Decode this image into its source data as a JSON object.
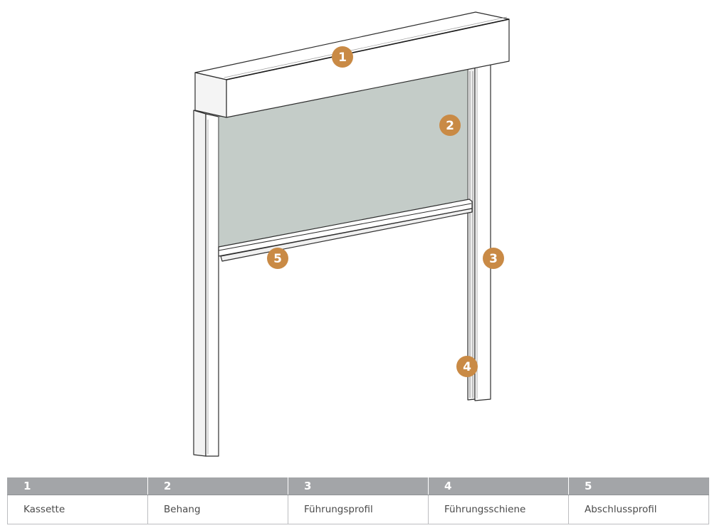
{
  "callouts": [
    {
      "number": "1"
    },
    {
      "number": "2"
    },
    {
      "number": "3"
    },
    {
      "number": "4"
    },
    {
      "number": "5"
    }
  ],
  "legend": [
    {
      "number": "1",
      "label": "Kassette"
    },
    {
      "number": "2",
      "label": "Behang"
    },
    {
      "number": "3",
      "label": "Führungsprofil"
    },
    {
      "number": "4",
      "label": "Führungsschiene"
    },
    {
      "number": "5",
      "label": "Abschlussprofil"
    }
  ],
  "colors": {
    "badge": "#c98a45",
    "fabric": "#c4ccc8",
    "outline": "#2e2e2e",
    "legend_header": "#a3a5a8"
  }
}
